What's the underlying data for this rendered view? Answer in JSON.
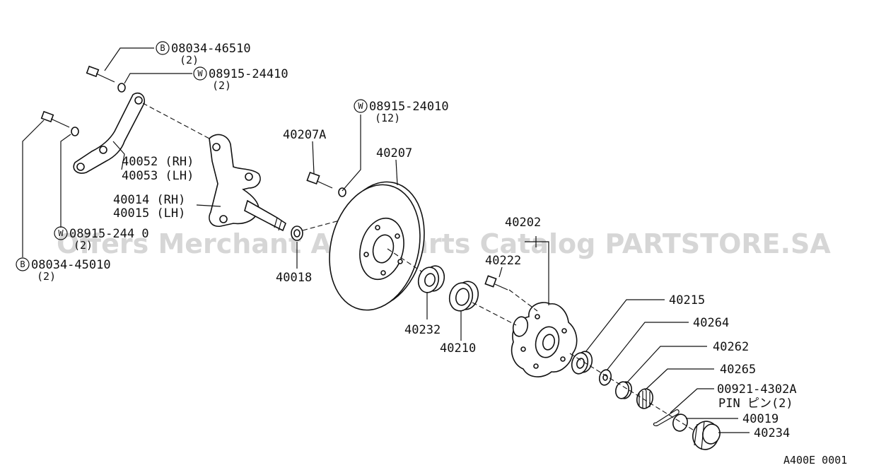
{
  "watermark": "Offers Merchant Auto Parts Catalog PARTSTORE.SA",
  "figure_code": "A400E 0001",
  "callouts": {
    "b1": {
      "prefix": "B",
      "code": "08034-46510",
      "qty": "(2)"
    },
    "w1": {
      "prefix": "W",
      "code": "08915-24410",
      "qty": "(2)"
    },
    "w2": {
      "prefix": "W",
      "code": "08915-24010",
      "qty": "(12)"
    },
    "w3": {
      "prefix": "W",
      "code": "08915-244 0",
      "qty": "(2)"
    },
    "b2": {
      "prefix": "B",
      "code": "08034-45010",
      "qty": "(2)"
    },
    "arm": {
      "rh": "40052 (RH)",
      "lh": "40053 (LH)"
    },
    "knuckle": {
      "rh": "40014 (RH)",
      "lh": "40015 (LH)"
    },
    "p40207a": "40207A",
    "p40207": "40207",
    "p40018": "40018",
    "p40202": "40202",
    "p40222": "40222",
    "p40232": "40232",
    "p40210": "40210",
    "p40215": "40215",
    "p40264": "40264",
    "p40262": "40262",
    "p40265": "40265",
    "pin": {
      "code": "00921-4302A",
      "desc": "PIN ピン(2)"
    },
    "p40019": "40019",
    "p40234": "40234"
  }
}
